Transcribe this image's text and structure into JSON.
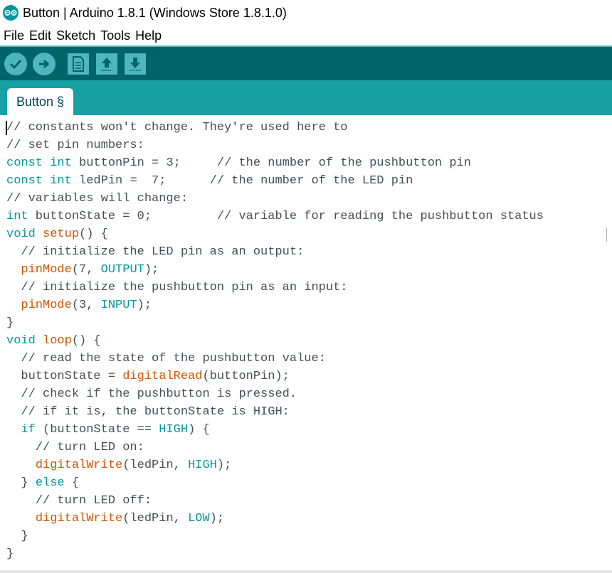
{
  "window": {
    "title": "Button | Arduino 1.8.1 (Windows Store 1.8.1.0)"
  },
  "menu": {
    "items": [
      "File",
      "Edit",
      "Sketch",
      "Tools",
      "Help"
    ]
  },
  "toolbar": {
    "buttons": [
      "verify-icon",
      "upload-icon",
      "new-icon",
      "open-icon",
      "save-icon"
    ]
  },
  "tabs": [
    {
      "label": "Button §"
    }
  ],
  "colors": {
    "toolbar": "#006468",
    "tabbar": "#17a1a5",
    "keyword": "#00979c",
    "function": "#d35400",
    "comment": "#434f54"
  },
  "code": {
    "lines": [
      [
        {
          "t": "// constants won't change. They're used here to",
          "c": "p"
        }
      ],
      [
        {
          "t": "// set pin numbers:",
          "c": "p"
        }
      ],
      [
        {
          "t": "const",
          "c": "kw"
        },
        {
          "t": " ",
          "c": "p"
        },
        {
          "t": "int",
          "c": "kw"
        },
        {
          "t": " buttonPin = 3;     // the number of the pushbutton pin",
          "c": "p"
        }
      ],
      [
        {
          "t": "const",
          "c": "kw"
        },
        {
          "t": " ",
          "c": "p"
        },
        {
          "t": "int",
          "c": "kw"
        },
        {
          "t": " ledPin =  7;      // the number of the LED pin",
          "c": "p"
        }
      ],
      [
        {
          "t": "// variables will change:",
          "c": "p"
        }
      ],
      [
        {
          "t": "int",
          "c": "kw"
        },
        {
          "t": " buttonState = 0;         // variable for reading the pushbutton status",
          "c": "p"
        }
      ],
      [
        {
          "t": "void",
          "c": "kw"
        },
        {
          "t": " ",
          "c": "p"
        },
        {
          "t": "setup",
          "c": "fn"
        },
        {
          "t": "() {",
          "c": "p"
        }
      ],
      [
        {
          "t": "  // initialize the LED pin as an output:",
          "c": "p"
        }
      ],
      [
        {
          "t": "  ",
          "c": "p"
        },
        {
          "t": "pinMode",
          "c": "fn"
        },
        {
          "t": "(7, ",
          "c": "p"
        },
        {
          "t": "OUTPUT",
          "c": "cst"
        },
        {
          "t": ");",
          "c": "p"
        }
      ],
      [
        {
          "t": "  // initialize the pushbutton pin as an input:",
          "c": "p"
        }
      ],
      [
        {
          "t": "  ",
          "c": "p"
        },
        {
          "t": "pinMode",
          "c": "fn"
        },
        {
          "t": "(3, ",
          "c": "p"
        },
        {
          "t": "INPUT",
          "c": "cst"
        },
        {
          "t": ");",
          "c": "p"
        }
      ],
      [
        {
          "t": "}",
          "c": "p"
        }
      ],
      [
        {
          "t": "void",
          "c": "kw"
        },
        {
          "t": " ",
          "c": "p"
        },
        {
          "t": "loop",
          "c": "fn"
        },
        {
          "t": "() {",
          "c": "p"
        }
      ],
      [
        {
          "t": "  // read the state of the pushbutton value:",
          "c": "p"
        }
      ],
      [
        {
          "t": "  buttonState = ",
          "c": "p"
        },
        {
          "t": "digitalRead",
          "c": "fn"
        },
        {
          "t": "(buttonPin);",
          "c": "p"
        }
      ],
      [
        {
          "t": "  // check if the pushbutton is pressed.",
          "c": "p"
        }
      ],
      [
        {
          "t": "  // if it is, the buttonState is HIGH:",
          "c": "p"
        }
      ],
      [
        {
          "t": "  ",
          "c": "p"
        },
        {
          "t": "if",
          "c": "kw"
        },
        {
          "t": " (buttonState == ",
          "c": "p"
        },
        {
          "t": "HIGH",
          "c": "cst"
        },
        {
          "t": ") {",
          "c": "p"
        }
      ],
      [
        {
          "t": "    // turn LED on:",
          "c": "p"
        }
      ],
      [
        {
          "t": "    ",
          "c": "p"
        },
        {
          "t": "digitalWrite",
          "c": "fn"
        },
        {
          "t": "(ledPin, ",
          "c": "p"
        },
        {
          "t": "HIGH",
          "c": "cst"
        },
        {
          "t": ");",
          "c": "p"
        }
      ],
      [
        {
          "t": "  } ",
          "c": "p"
        },
        {
          "t": "else",
          "c": "kw"
        },
        {
          "t": " {",
          "c": "p"
        }
      ],
      [
        {
          "t": "    // turn LED off:",
          "c": "p"
        }
      ],
      [
        {
          "t": "    ",
          "c": "p"
        },
        {
          "t": "digitalWrite",
          "c": "fn"
        },
        {
          "t": "(ledPin, ",
          "c": "p"
        },
        {
          "t": "LOW",
          "c": "cst"
        },
        {
          "t": ");",
          "c": "p"
        }
      ],
      [
        {
          "t": "  }",
          "c": "p"
        }
      ],
      [
        {
          "t": "}",
          "c": "p"
        }
      ]
    ]
  }
}
